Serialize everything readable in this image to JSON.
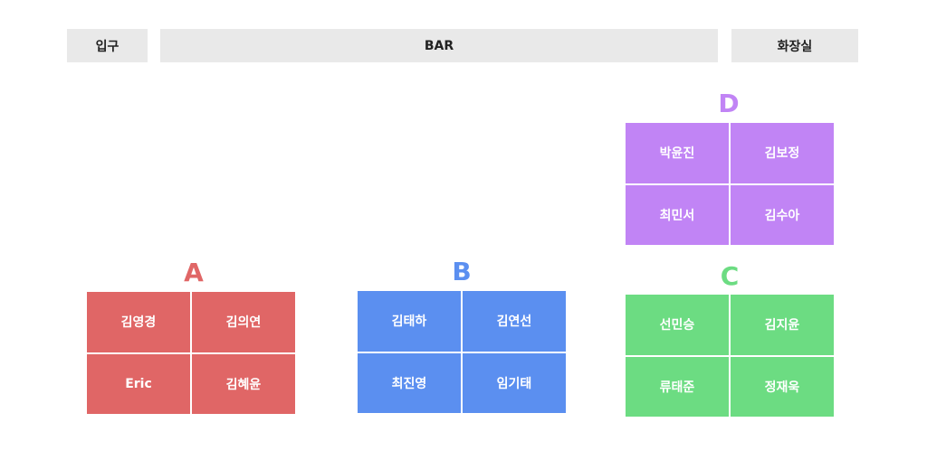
{
  "zones": {
    "entrance": "입구",
    "bar": "BAR",
    "restroom": "화장실"
  },
  "tables": [
    {
      "id": "A",
      "color": "#e06666",
      "seats": [
        "김영경",
        "김의연",
        "Eric",
        "김혜윤"
      ]
    },
    {
      "id": "B",
      "color": "#5b8ff0",
      "seats": [
        "김태하",
        "김연선",
        "최진영",
        "임기태"
      ]
    },
    {
      "id": "C",
      "color": "#6cdc82",
      "seats": [
        "선민승",
        "김지윤",
        "류태준",
        "정재욱"
      ]
    },
    {
      "id": "D",
      "color": "#c184f5",
      "seats": [
        "박윤진",
        "김보정",
        "최민서",
        "김수아"
      ]
    }
  ]
}
